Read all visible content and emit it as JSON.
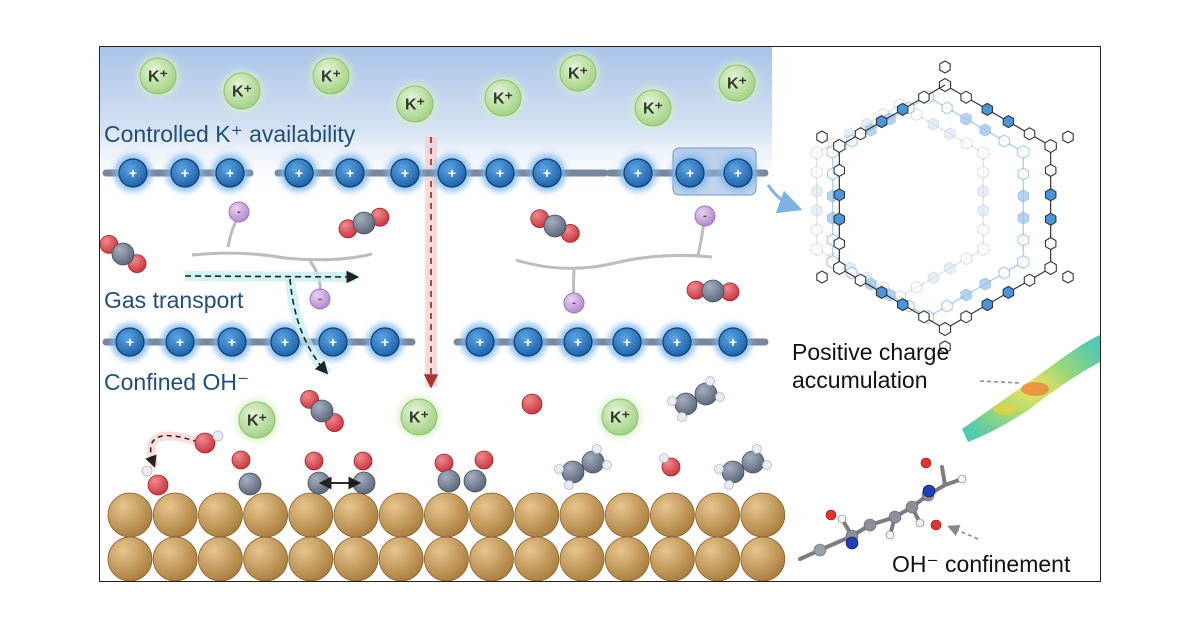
{
  "labels": {
    "k_availability": "Controlled K⁺ availability",
    "gas_transport": "Gas transport",
    "confined_oh": "Confined OH⁻",
    "positive_charge_1": "Positive charge",
    "positive_charge_2": "accumulation",
    "oh_confinement": "OH⁻ confinement"
  },
  "ions": {
    "potassium": "K⁺",
    "cation_site": "+",
    "anion_site": "-"
  },
  "colors": {
    "potassium_fill": "#bfe3a8",
    "cation_blue": "#2f7cc4",
    "oxygen_red": "#d9434a",
    "carbon_grey": "#6f7a8c",
    "copper": "#c9a063",
    "anion_purple": "#c9a4dc",
    "text_blue": "#1f4e79"
  }
}
